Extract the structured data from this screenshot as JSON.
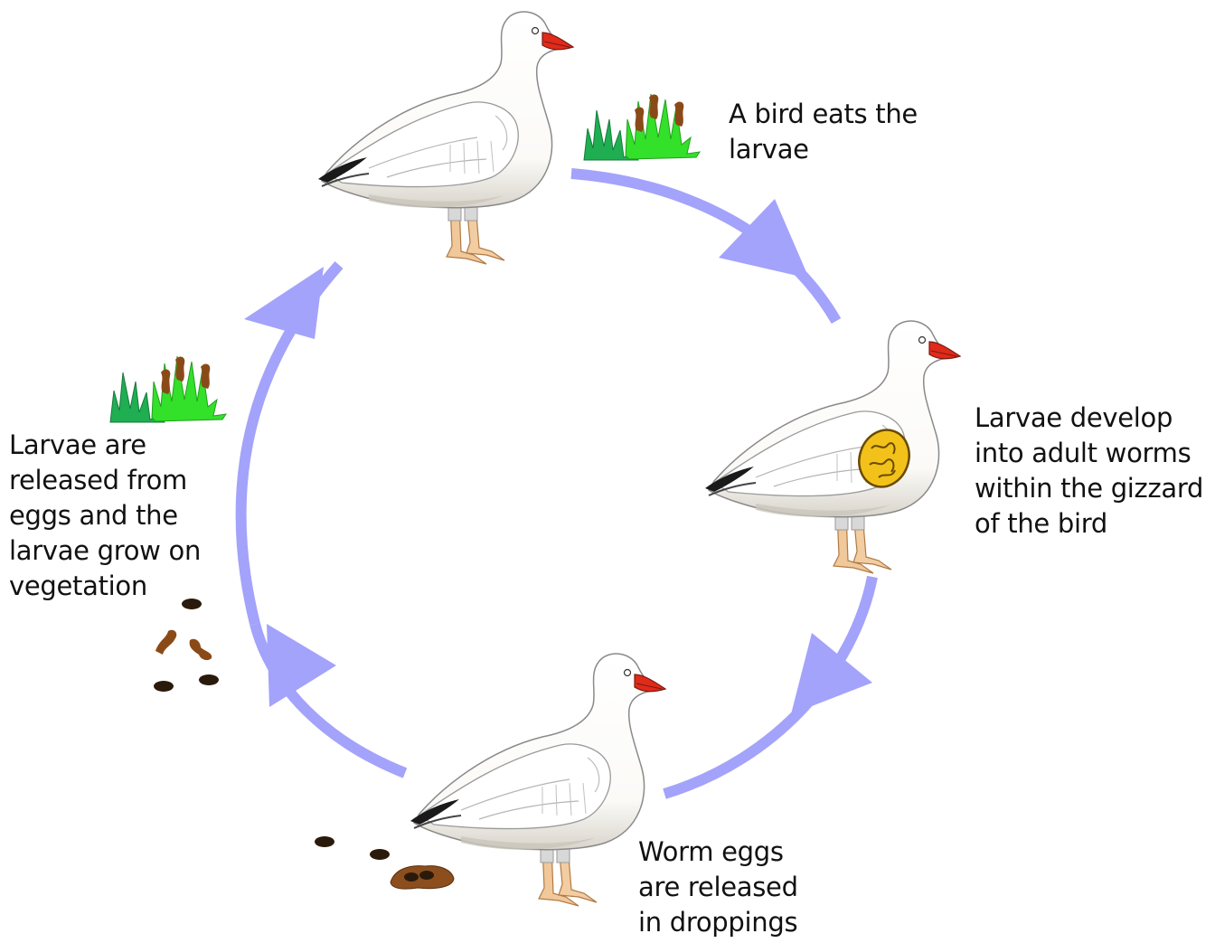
{
  "steps": [
    {
      "id": "eat",
      "lines": [
        "A bird eats the",
        "larvae"
      ]
    },
    {
      "id": "develop",
      "lines": [
        "Larvae develop",
        "into adult worms",
        "within the gizzard",
        "of the bird"
      ]
    },
    {
      "id": "eggs",
      "lines": [
        "Worm eggs",
        "are released",
        "in droppings"
      ]
    },
    {
      "id": "release",
      "lines": [
        "Larvae are",
        "released from",
        "eggs and the",
        "larvae grow on",
        "vegetation"
      ]
    }
  ],
  "colors": {
    "arrow": "#a3a3fb",
    "bird_body": "#ffffff",
    "bird_shade": "#e8e4dc",
    "beak": "#e02a1a",
    "legs": "#f0c89a",
    "wingtip": "#1a1a1a",
    "grass_dark": "#1fae52",
    "grass_light": "#33e02a",
    "larva": "#8a4a18",
    "egg": "#2a1a0c",
    "gizzard": "#f2c21a",
    "dropping": "#8c4e1c"
  },
  "icons": [
    "goose-icon",
    "grass-with-larvae-icon",
    "gizzard-icon",
    "egg-icon",
    "larva-icon",
    "dropping-icon"
  ]
}
